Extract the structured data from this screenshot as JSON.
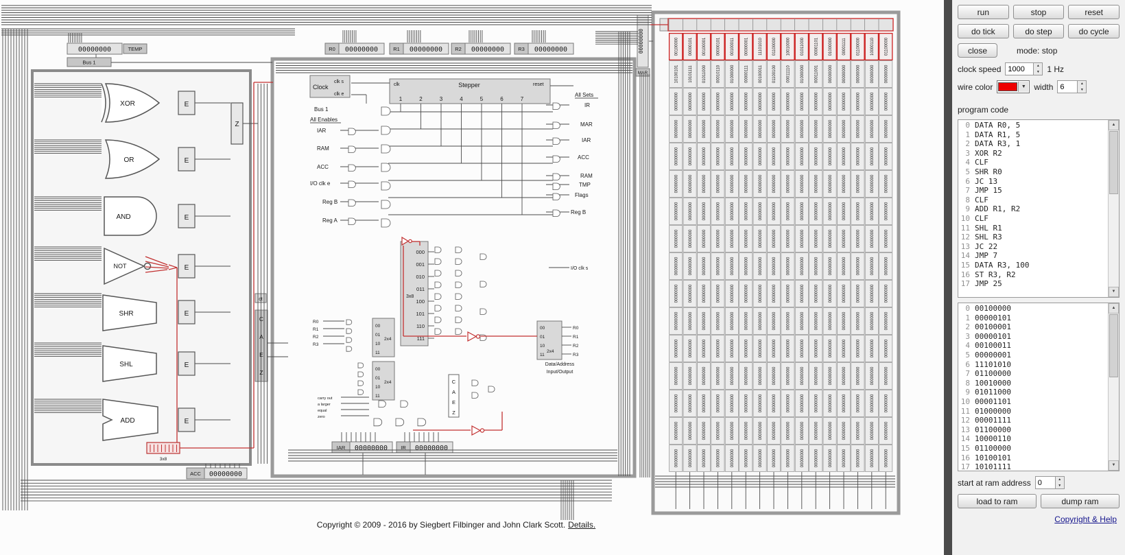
{
  "circuit": {
    "alu": {
      "gates": [
        "XOR",
        "OR",
        "AND",
        "NOT",
        "SHR",
        "SHL",
        "ADD"
      ],
      "enable": "E",
      "zero": "Z",
      "decoder": "3x8"
    },
    "flags": [
      "C",
      "A",
      "E",
      "Z"
    ],
    "ct": "ct",
    "clock": {
      "title": "Clock",
      "clk_s": "clk s",
      "clk_e": "clk e"
    },
    "stepper": {
      "clk": "clk",
      "title": "Stepper",
      "reset": "reset",
      "steps": [
        "1",
        "2",
        "3",
        "4",
        "5",
        "6",
        "7"
      ]
    },
    "left_labels": [
      "Bus 1",
      "All Enables",
      "IAR",
      "RAM",
      "ACC",
      "I/O clk e",
      "Reg B",
      "Reg A"
    ],
    "right_labels": [
      "All Sets",
      "IR",
      "MAR",
      "IAR",
      "ACC",
      "RAM",
      "TMP",
      "Flags",
      "Reg B"
    ],
    "io_clk_s": "I/O clk s",
    "decoder3x8": {
      "label": "3x8",
      "rows": [
        "000",
        "001",
        "010",
        "011",
        "100",
        "101",
        "110",
        "111"
      ]
    },
    "decoder2x4": {
      "label": "2x4",
      "rows": [
        "00",
        "01",
        "10",
        "11"
      ],
      "regs": [
        "R0",
        "R1",
        "R2",
        "R3"
      ]
    },
    "io_text": [
      "Data/Address",
      "Input/Output"
    ],
    "cmp_labels": [
      "carry out",
      "a larger",
      "equal",
      "zero"
    ],
    "registers": {
      "temp": {
        "tag": "TEMP",
        "value": "00000000"
      },
      "bus1": {
        "tag": "Bus 1"
      },
      "r0": {
        "tag": "R0",
        "value": "00000000"
      },
      "r1": {
        "tag": "R1",
        "value": "00000000"
      },
      "r2": {
        "tag": "R2",
        "value": "00000000"
      },
      "r3": {
        "tag": "R3",
        "value": "00000000"
      },
      "iar": {
        "tag": "IAR",
        "value": "00000000"
      },
      "ir": {
        "tag": "IR",
        "value": "00000000"
      },
      "acc": {
        "tag": "ACC",
        "value": "00000000"
      },
      "mar": {
        "tag": "MAR",
        "value": "00000000"
      }
    },
    "copyright_text": "Copyright © 2009 - 2016 by Siegbert Filbinger and John Clark Scott.",
    "details_link": "Details."
  },
  "ram": {
    "cell_count": 256,
    "fill_value": "00000000",
    "cells_known": [
      "00100000",
      "00000101",
      "00100001",
      "00000101",
      "00100011",
      "00000001",
      "11101010",
      "01100000",
      "10010000",
      "01011000",
      "00001101",
      "01000000",
      "00001111",
      "01100000",
      "10000110",
      "01100000",
      "10100101",
      "10101111",
      "01011000",
      "00010110",
      "01000000",
      "00000111",
      "00100011",
      "01100100",
      "00011110",
      "01000000",
      "00011001"
    ]
  },
  "panel": {
    "buttons": {
      "run": "run",
      "stop": "stop",
      "reset": "reset",
      "do_tick": "do tick",
      "do_step": "do step",
      "do_cycle": "do cycle",
      "close": "close",
      "load_to_ram": "load to ram",
      "dump_ram": "dump ram"
    },
    "mode_text": "mode: stop",
    "clock_speed_label": "clock speed",
    "clock_speed_value": "1000",
    "hz_text": "1 Hz",
    "wire_color_label": "wire color",
    "wire_color": "#ee0000",
    "width_label": "width",
    "width_value": "6",
    "program_code_label": "program code",
    "program_lines": [
      "DATA R0, 5",
      "DATA R1, 5",
      "DATA R3, 1",
      "XOR R2",
      "CLF",
      "SHR R0",
      "JC 13",
      "JMP 15",
      "CLF",
      "ADD R1, R2",
      "CLF",
      "SHL R1",
      "SHL R3",
      "JC 22",
      "JMP 7",
      "DATA R3, 100",
      "ST R3, R2",
      "JMP 25"
    ],
    "ram_lines": [
      "00100000",
      "00000101",
      "00100001",
      "00000101",
      "00100011",
      "00000001",
      "11101010",
      "01100000",
      "10010000",
      "01011000",
      "00001101",
      "01000000",
      "00001111",
      "01100000",
      "10000110",
      "01100000",
      "10100101",
      "10101111"
    ],
    "start_at_label": "start at ram address",
    "start_at_value": "0",
    "help_link": "Copyright & Help"
  }
}
